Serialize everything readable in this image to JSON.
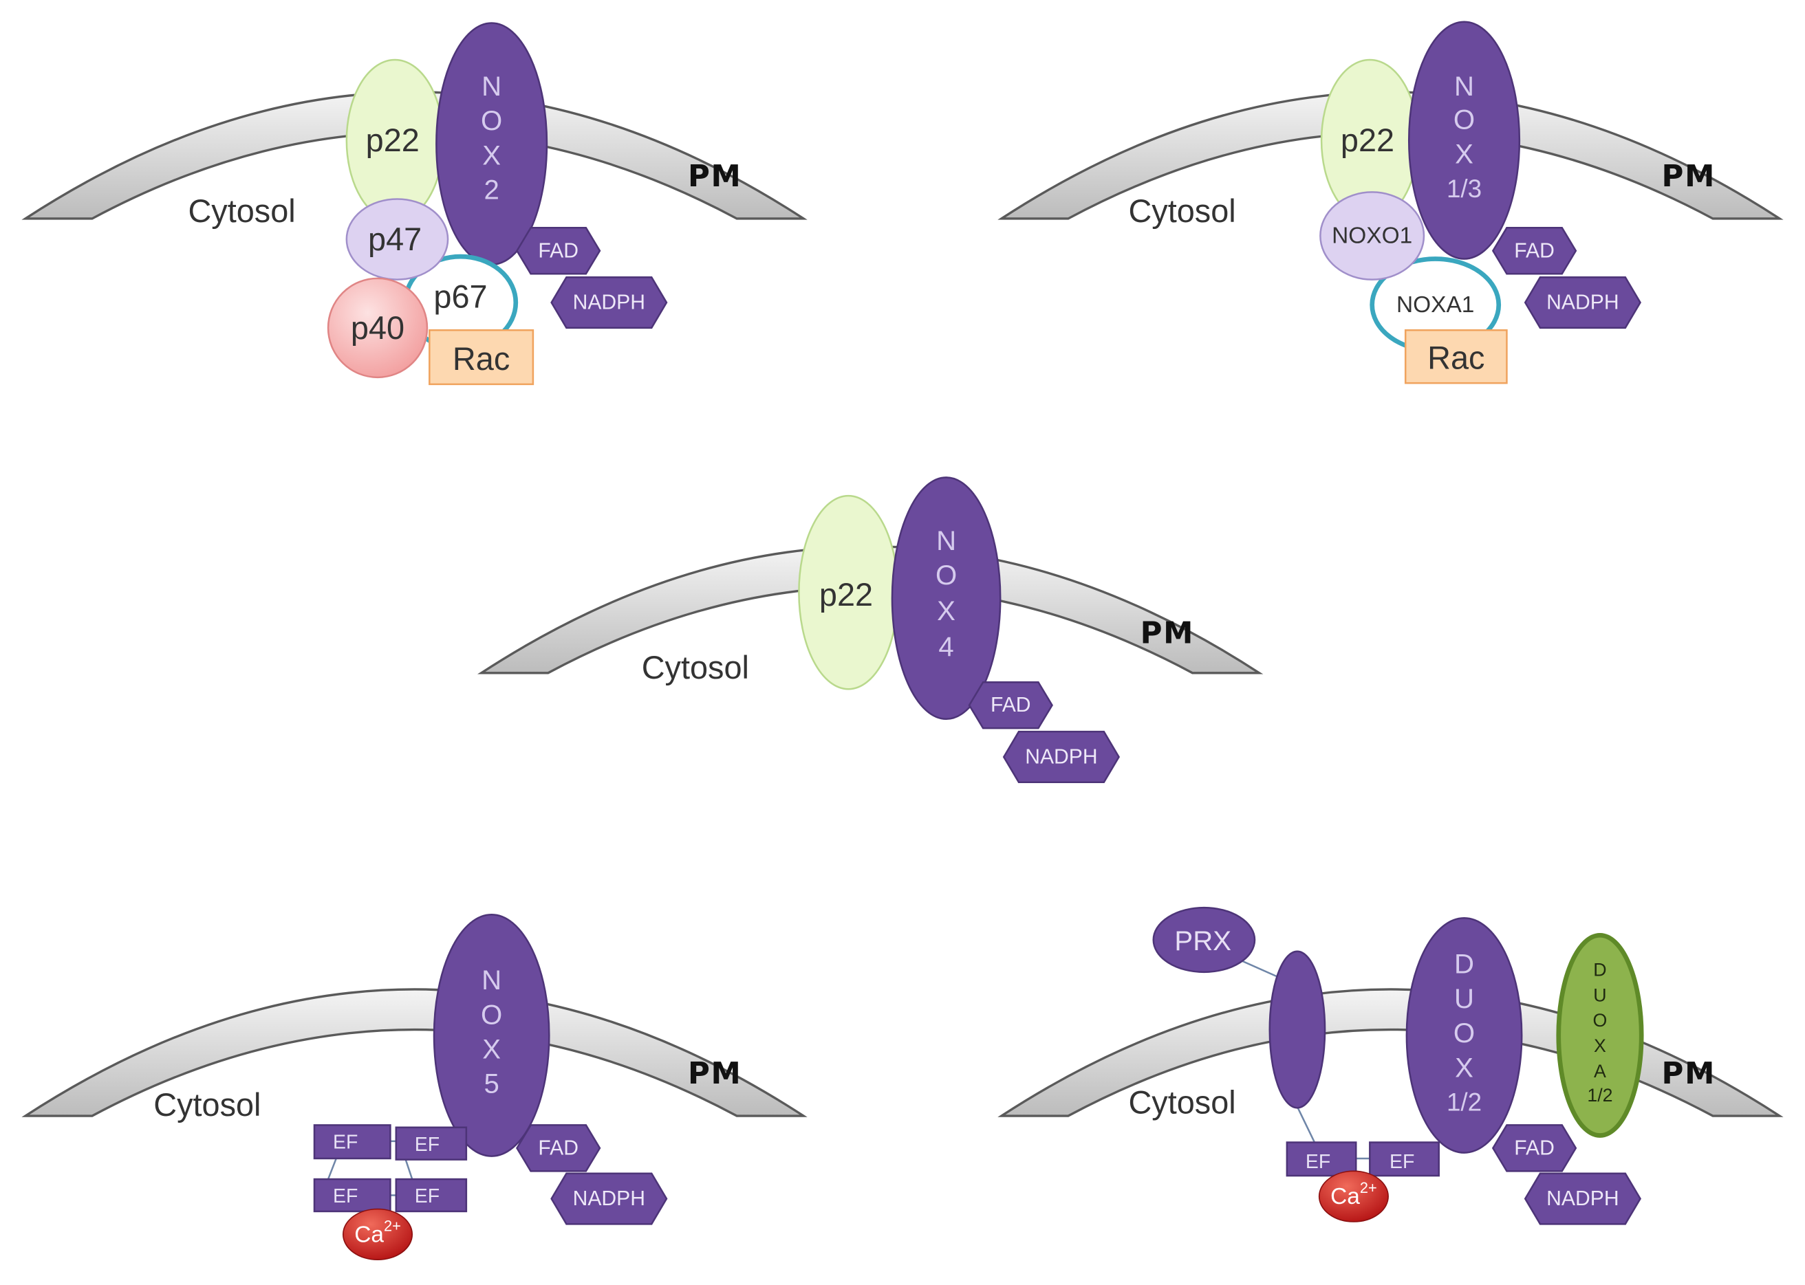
{
  "colors": {
    "nox": "#6a4a9c",
    "p22": "#eaf7cf",
    "p47": "#ddd2f1",
    "p67_ring": "#3aa7bf",
    "rac": "#fdd8b0",
    "duoxa": "#8db34d"
  },
  "panels": [
    {
      "cytosol": "Cytosol",
      "pm": "PM",
      "p22": "p22",
      "core": [
        "N",
        "O",
        "X",
        "2"
      ],
      "p47": "p47",
      "p67": "p67",
      "p40": "p40",
      "rac": "Rac",
      "fad": "FAD",
      "nadph": "NADPH"
    },
    {
      "cytosol": "Cytosol",
      "pm": "PM",
      "p22": "p22",
      "core": [
        "N",
        "O",
        "X",
        "1/3"
      ],
      "noxo1": "NOXO1",
      "noxa1": "NOXA1",
      "rac": "Rac",
      "fad": "FAD",
      "nadph": "NADPH"
    },
    {
      "cytosol": "Cytosol",
      "pm": "PM",
      "p22": "p22",
      "core": [
        "N",
        "O",
        "X",
        "4"
      ],
      "fad": "FAD",
      "nadph": "NADPH"
    },
    {
      "cytosol": "Cytosol",
      "pm": "PM",
      "core": [
        "N",
        "O",
        "X",
        "5"
      ],
      "ef": [
        "EF",
        "EF",
        "EF",
        "EF"
      ],
      "ca": {
        "base": "Ca",
        "charge": "2+"
      },
      "fad": "FAD",
      "nadph": "NADPH"
    },
    {
      "cytosol": "Cytosol",
      "pm": "PM",
      "prx": "PRX",
      "core": [
        "D",
        "U",
        "O",
        "X",
        "1/2"
      ],
      "duoxa": [
        "D",
        "U",
        "O",
        "X",
        "A",
        "1/2"
      ],
      "ef": [
        "EF",
        "EF"
      ],
      "ca": {
        "base": "Ca",
        "charge": "2+"
      },
      "fad": "FAD",
      "nadph": "NADPH"
    }
  ]
}
